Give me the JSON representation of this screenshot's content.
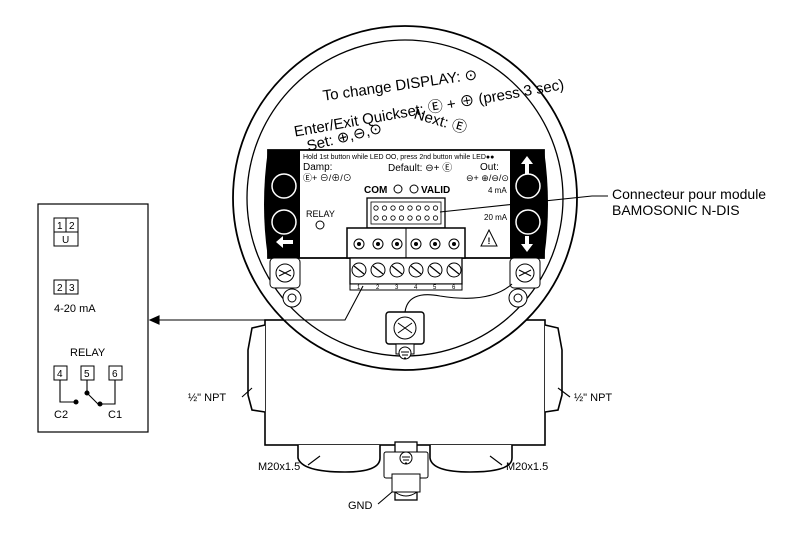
{
  "display_arc": {
    "line1": "To change DISPLAY: ⊙",
    "line2": "Enter/Exit Quickset: Ⓔ + ⊕ (press 3 sec)",
    "line3_left": "Set: ⊕,⊖,⊙",
    "line3_right": "Next: Ⓔ"
  },
  "panel": {
    "hold_note": "Hold 1st button while LED OO, press 2nd button while LED●●",
    "damp_label": "Damp:",
    "damp_keys": "Ⓔ+ ⊖/⊕/⊙",
    "default_label": "Default: ⊖+ Ⓔ",
    "out_label": "Out:",
    "out_keys": "⊖+ ⊕/⊖/⊙",
    "ma4": "4 mA",
    "ma20": "20 mA",
    "com": "COM",
    "valid": "VALID",
    "relay": "RELAY",
    "button_e": "E"
  },
  "terminal_numbers": [
    "1",
    "2",
    "3",
    "4",
    "5",
    "6"
  ],
  "callout": {
    "line1": "Connecteur pour module",
    "line2": "BAMOSONIC N-DIS"
  },
  "legend": {
    "u_terms": [
      "1",
      "2"
    ],
    "u_label": "U",
    "ma_terms": [
      "2",
      "3"
    ],
    "ma_label": "4-20 mA",
    "relay_title": "RELAY",
    "relay_terms": [
      "4",
      "5",
      "6"
    ],
    "c2": "C2",
    "c1": "C1"
  },
  "labels": {
    "npt_left": "½\" NPT",
    "npt_right": "½\" NPT",
    "m20_left": "M20x1.5",
    "m20_right": "M20x1.5",
    "gnd": "GND"
  }
}
